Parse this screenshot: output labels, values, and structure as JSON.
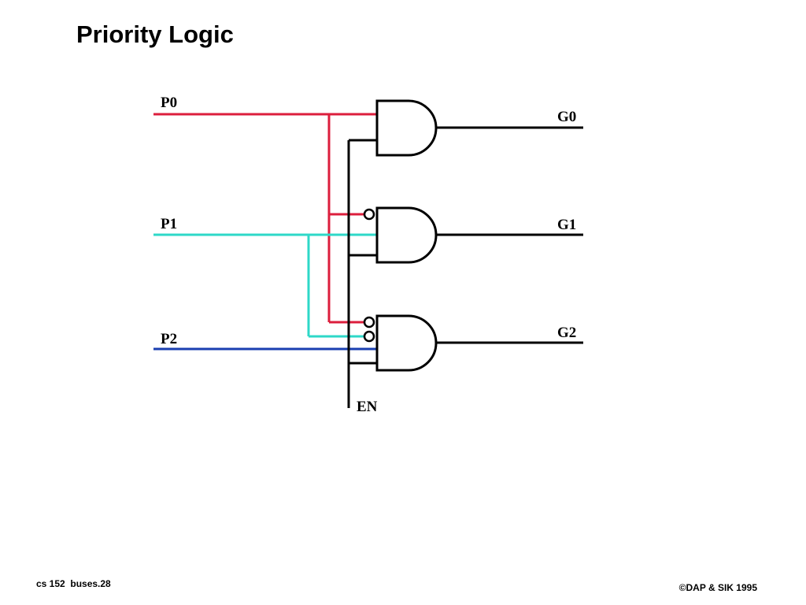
{
  "slide": {
    "title": "Priority Logic",
    "footer_left": "cs 152  buses.28",
    "footer_right": "©DAP & SIK 1995"
  },
  "diagram": {
    "inputs": [
      {
        "label": "P0",
        "color": "#dc1e3c"
      },
      {
        "label": "P1",
        "color": "#2ed8c8"
      },
      {
        "label": "P2",
        "color": "#1a3fb0"
      }
    ],
    "outputs": [
      "G0",
      "G1",
      "G2"
    ],
    "enable_label": "EN",
    "gate_type": "AND",
    "wire_color": "#000000"
  }
}
